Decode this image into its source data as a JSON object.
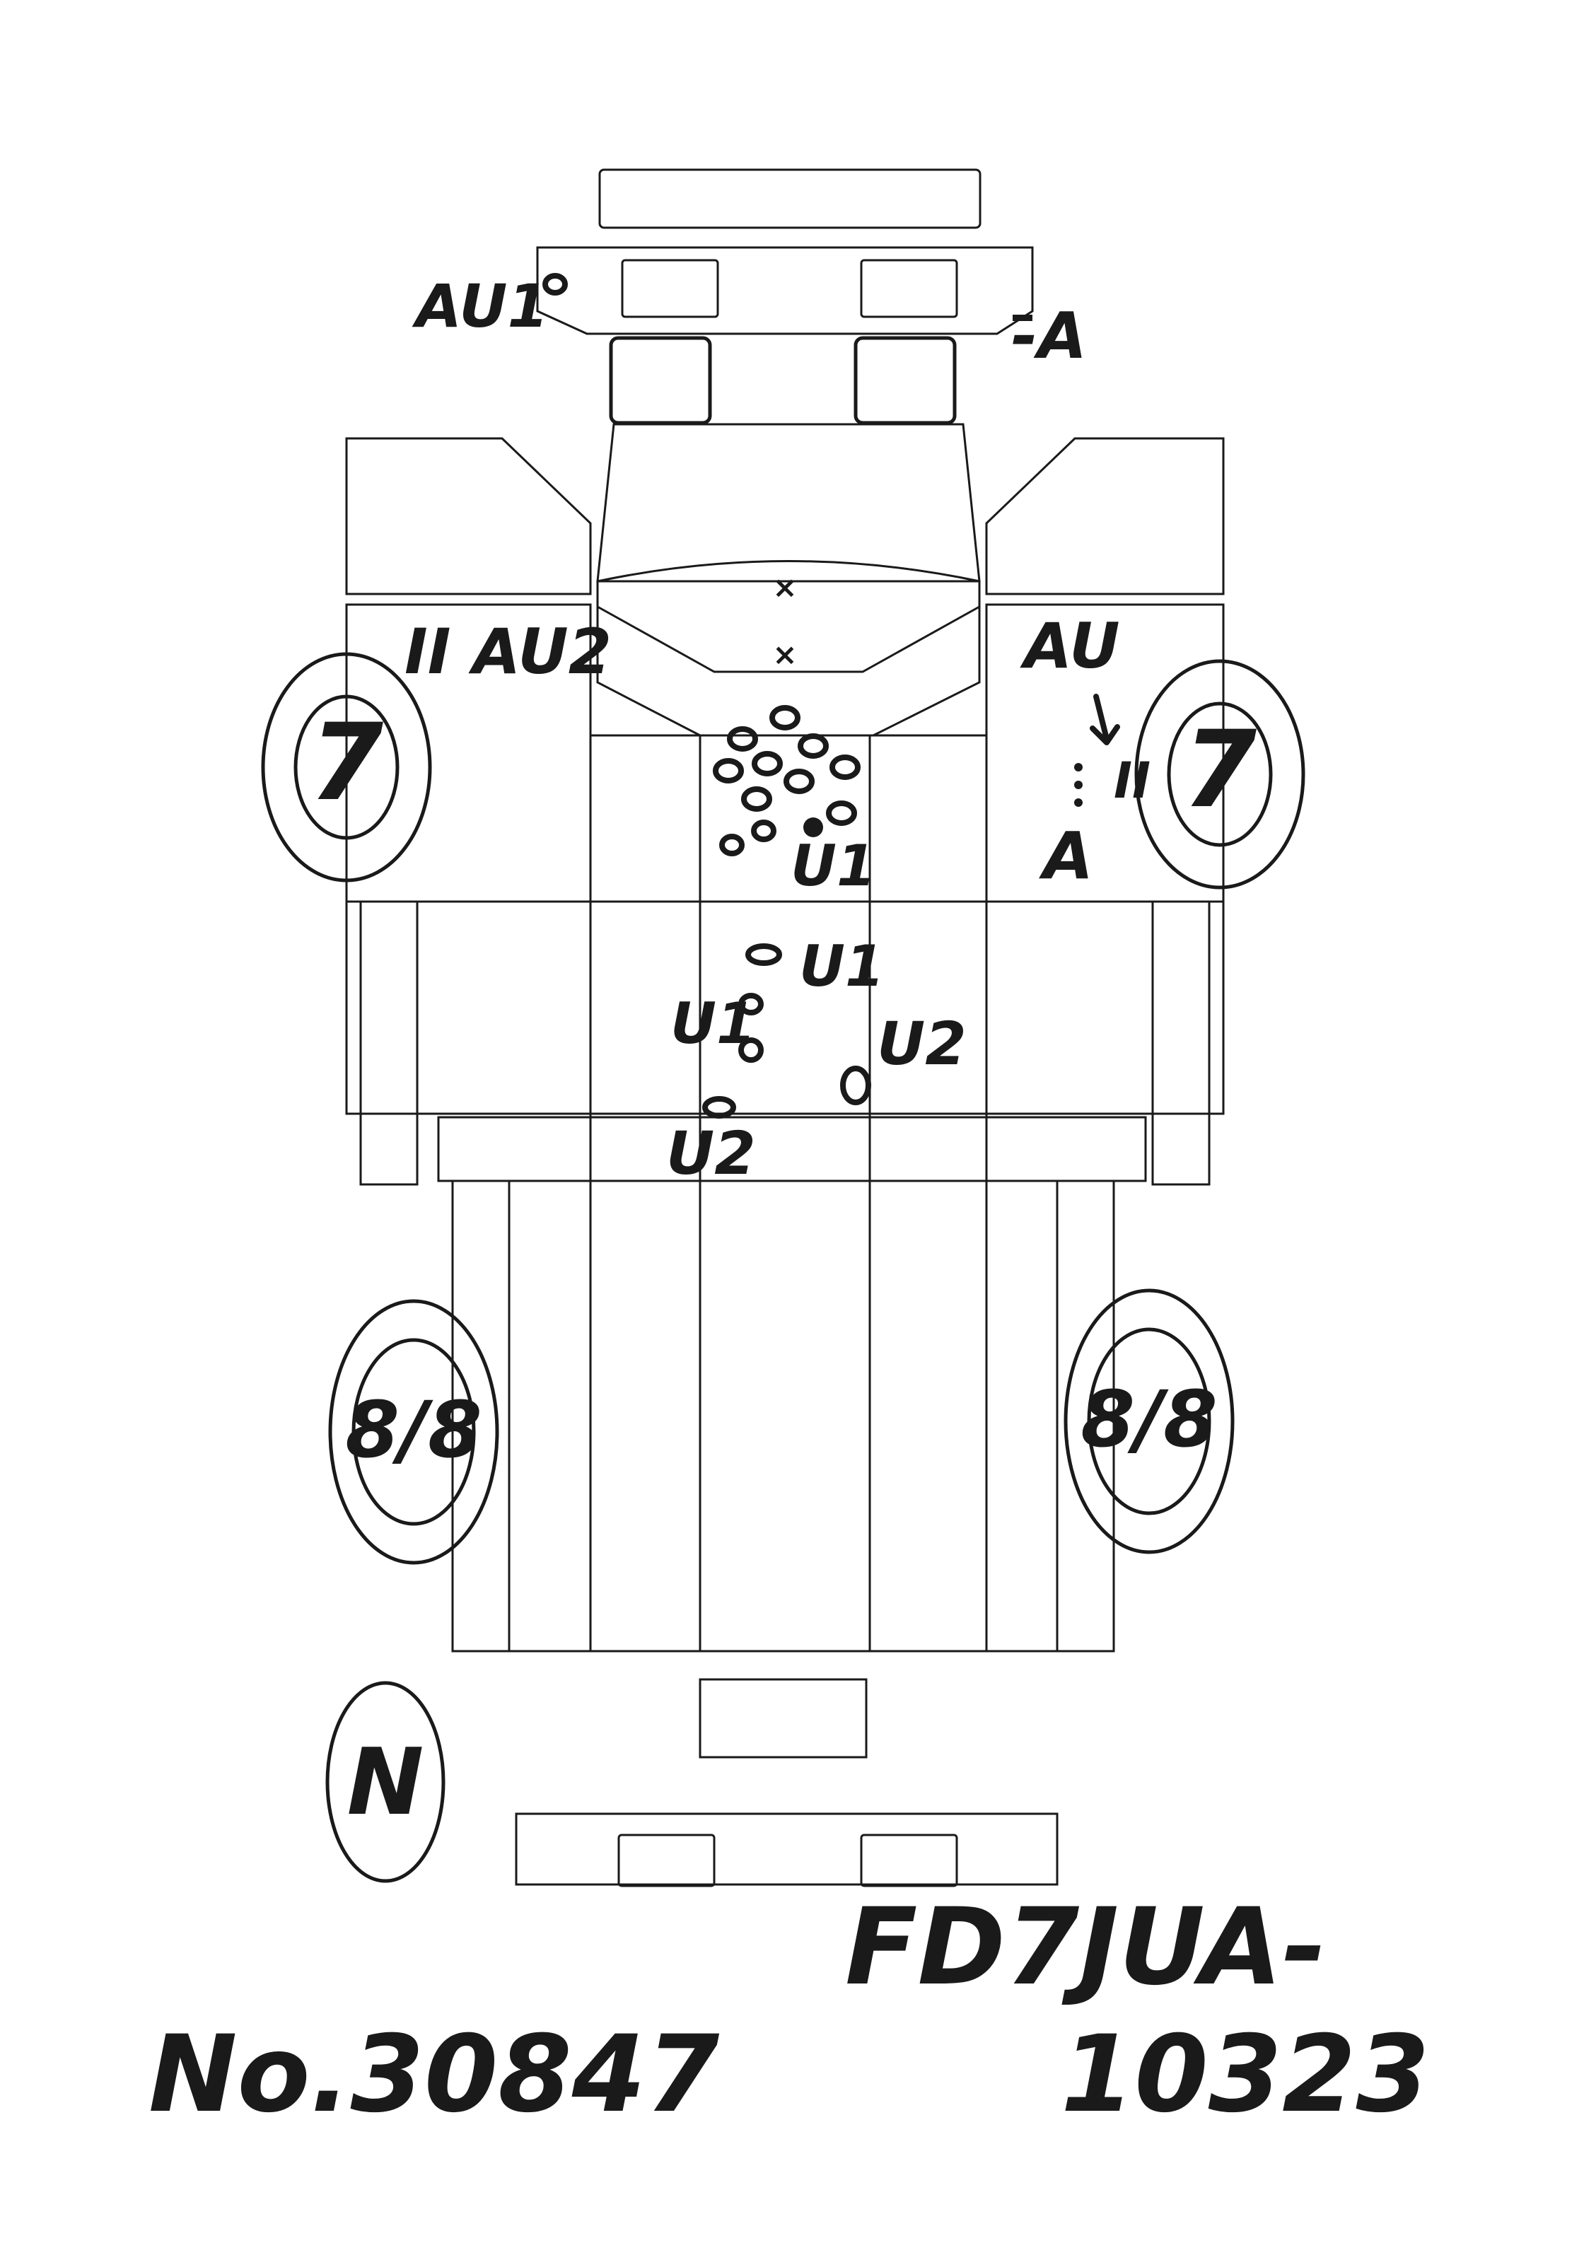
{
  "sheet": {
    "number": "No.30847",
    "model_code_line1": "FD7JUA-",
    "model_code_line2": "10323"
  },
  "marks": {
    "front_bumper_left": "AU1",
    "front_bumper_right": "-A",
    "cab_left": "II AU2",
    "cab_right_top": "AU",
    "cab_right_mid": "II",
    "cab_right_bottom": "A",
    "frame_u1_a": "U1",
    "frame_u1_b": "U1",
    "frame_u1_c": "U1",
    "frame_u2_a": "U2",
    "frame_u2_b": "U2"
  },
  "tires": {
    "front_left": "7",
    "front_right": "7",
    "rear_left": "8/8",
    "rear_right": "8/8",
    "spare": "N"
  }
}
